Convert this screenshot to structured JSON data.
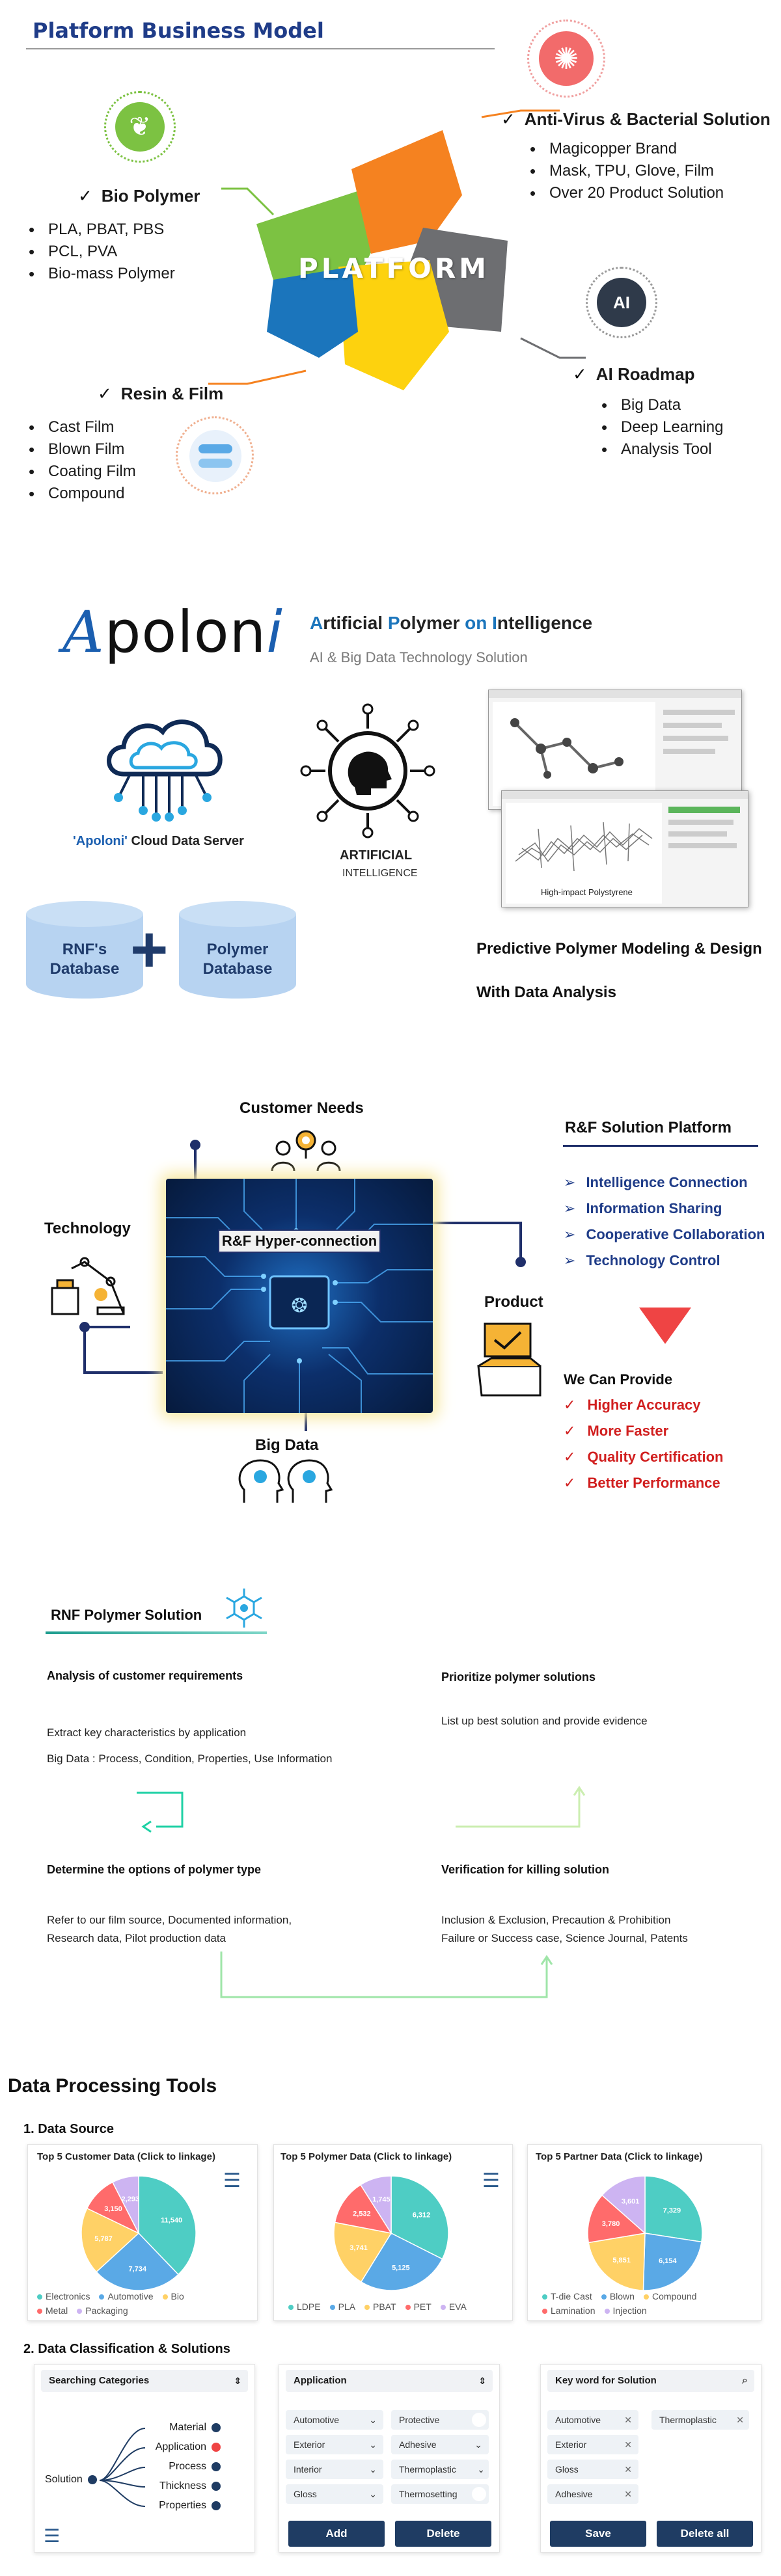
{
  "platform": {
    "title": "Platform Business Model",
    "center_label": "PLATFORM",
    "bio": {
      "title": "Bio Polymer",
      "items": [
        "PLA, PBAT, PBS",
        "PCL, PVA",
        "Bio-mass Polymer"
      ]
    },
    "antivirus": {
      "title": "Anti-Virus & Bacterial Solution",
      "items": [
        "Magicopper Brand",
        "Mask, TPU, Glove, Film",
        "Over 20 Product Solution"
      ]
    },
    "resin": {
      "title": "Resin & Film",
      "items": [
        "Cast Film",
        "Blown Film",
        "Coating Film",
        "Compound"
      ]
    },
    "ai": {
      "title": "AI Roadmap",
      "badge": "AI",
      "items": [
        "Big Data",
        "Deep Learning",
        "Analysis Tool"
      ]
    },
    "colors": {
      "green": "#7cc242",
      "orange": "#f58220",
      "gray": "#6d6e71",
      "yellow": "#fdd20e",
      "blue": "#1b75bc"
    }
  },
  "apoloni": {
    "logo_a": "A",
    "logo_rest": "polon",
    "logo_i": "i",
    "headline_parts": [
      "A",
      "rtificial ",
      "P",
      "olymer ",
      "on ",
      "I",
      "ntelligence"
    ],
    "subtitle": "AI & Big Data Technology Solution",
    "cloud_label_quote": "'Apoloni'",
    "cloud_label_rest": " Cloud Data Server",
    "ai_title": "ARTIFICIAL",
    "ai_sub": "INTELLIGENCE",
    "db1": [
      "RNF's",
      "Database"
    ],
    "db2": [
      "Polymer",
      "Database"
    ],
    "plus": "+",
    "screenshot_caption": "High-impact Polystyrene",
    "tagline1": "Predictive Polymer Modeling & Design",
    "tagline2": "With Data Analysis"
  },
  "hyper": {
    "customer_needs": "Customer Needs",
    "technology": "Technology",
    "product": "Product",
    "big_data": "Big Data",
    "center_label": "R&F Hyper-connection",
    "platform_title": "R&F Solution Platform",
    "platform_items": [
      "Intelligence Connection",
      "Information Sharing",
      "Cooperative Collaboration",
      "Technology Control"
    ],
    "provide_title": "We Can Provide",
    "provide_items": [
      "Higher Accuracy",
      "More Faster",
      "Quality Certification",
      "Better Performance"
    ]
  },
  "rnf": {
    "title": "RNF Polymer Solution",
    "steps": [
      {
        "heading": "Analysis of customer requirements",
        "lines": [
          "Extract key characteristics by application",
          "Big Data : Process, Condition, Properties, Use Information"
        ]
      },
      {
        "heading": "Prioritize polymer solutions",
        "lines": [
          "List up best solution and provide evidence"
        ]
      },
      {
        "heading": "Determine the options of polymer type",
        "lines": [
          "Refer to our film source, Documented information,",
          "Research data, Pilot production data"
        ]
      },
      {
        "heading": "Verification for killing solution",
        "lines": [
          "Inclusion & Exclusion, Precaution & Prohibition",
          "Failure or Success case, Science Journal, Patents"
        ]
      }
    ]
  },
  "tools": {
    "title": "Data Processing Tools",
    "sub1": "1. Data Source",
    "sub2": "2. Data Classification & Solutions",
    "cards": [
      {
        "title": "Top 5 Customer Data (Click to linkage)",
        "legend": [
          "Electronics",
          "Automotive",
          "Bio",
          "Metal",
          "Packaging"
        ]
      },
      {
        "title": "Top 5 Polymer Data (Click to linkage)",
        "legend": [
          "LDPE",
          "PLA",
          "PBAT",
          "PET",
          "EVA"
        ]
      },
      {
        "title": "Top 5 Partner Data (Click to linkage)",
        "legend": [
          "T-die Cast",
          "Blown",
          "Compound",
          "Lamination",
          "Injection"
        ]
      }
    ],
    "search_categories": "Searching Categories",
    "tree_root": "Solution",
    "tree_items": [
      "Material",
      "Application",
      "Process",
      "Thickness",
      "Properties"
    ],
    "application_title": "Application",
    "application_tags": [
      "Automotive",
      "Protective",
      "Exterior",
      "Adhesive",
      "Interior",
      "Thermoplastic",
      "Gloss",
      "Thermosetting"
    ],
    "keyword_title": "Key word for Solution",
    "keyword_tags": [
      "Automotive",
      "Thermoplastic",
      "Exterior",
      "Gloss",
      "Adhesive"
    ],
    "btn_add": "Add",
    "btn_delete": "Delete",
    "btn_save": "Save",
    "btn_delete_all": "Delete all"
  },
  "chart_data": [
    {
      "type": "pie",
      "title": "Top 5 Customer Data (Click to linkage)",
      "categories": [
        "Electronics",
        "Automotive",
        "Bio",
        "Metal",
        "Packaging"
      ],
      "values": [
        11540,
        7734,
        5787,
        3150,
        2293
      ],
      "colors": [
        "#4ecdc4",
        "#5aa9e6",
        "#ffd166",
        "#ff6b6b",
        "#cdb4f2"
      ]
    },
    {
      "type": "pie",
      "title": "Top 5 Polymer Data (Click to linkage)",
      "categories": [
        "LDPE",
        "PLA",
        "PBAT",
        "PET",
        "EVA"
      ],
      "values": [
        6312,
        5125,
        3741,
        2532,
        1745
      ],
      "colors": [
        "#4ecdc4",
        "#5aa9e6",
        "#ffd166",
        "#ff6b6b",
        "#cdb4f2"
      ]
    },
    {
      "type": "pie",
      "title": "Top 5 Partner Data (Click to linkage)",
      "categories": [
        "T-die Cast",
        "Blown",
        "Compound",
        "Lamination",
        "Injection"
      ],
      "values": [
        7329,
        6154,
        5851,
        3780,
        3601
      ],
      "colors": [
        "#4ecdc4",
        "#5aa9e6",
        "#ffd166",
        "#ff6b6b",
        "#cdb4f2"
      ]
    }
  ]
}
